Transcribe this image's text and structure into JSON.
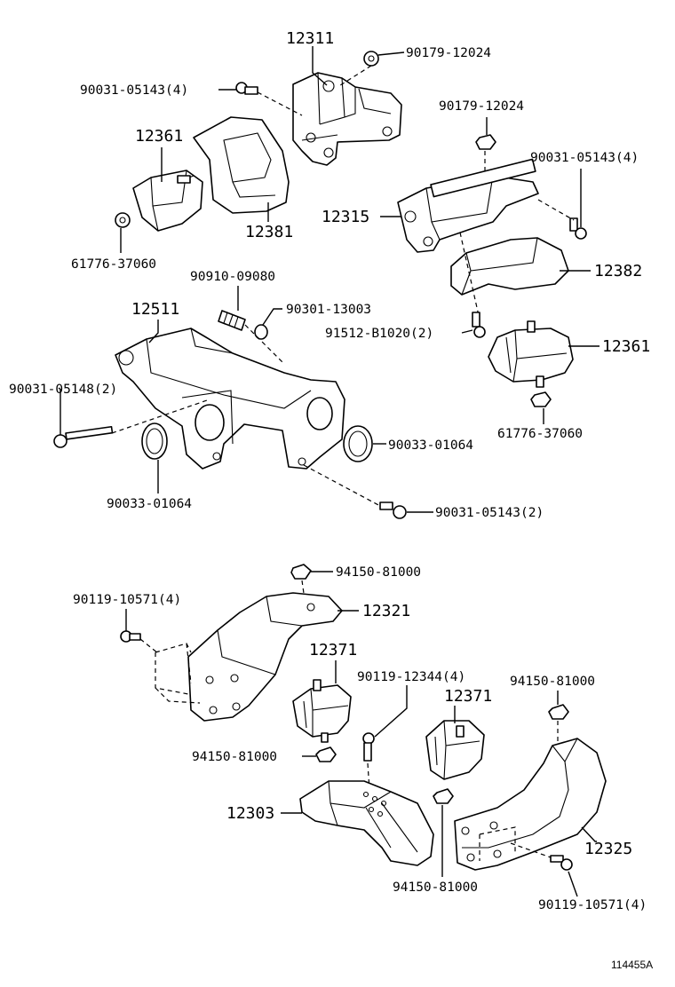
{
  "callouts": {
    "c12311": "12311",
    "c90179_top": "90179-12024",
    "c90031_05143_4_left": "90031-05143(4)",
    "c12361_top": "12361",
    "c12381": "12381",
    "c61776_left": "61776-37060",
    "c90179_mid": "90179-12024",
    "c90031_05143_4_right": "90031-05143(4)",
    "c12315": "12315",
    "c12382": "12382",
    "c90910": "90910-09080",
    "c90301": "90301-13003",
    "c12511": "12511",
    "c91512": "91512-B1020(2)",
    "c12361_right": "12361",
    "c90031_05148": "90031-05148(2)",
    "c61776_right": "61776-37060",
    "c90033_right": "90033-01064",
    "c90033_left": "90033-01064",
    "c90031_05143_2": "90031-05143(2)",
    "c94150_top": "94150-81000",
    "c90119_10571_left": "90119-10571(4)",
    "c12321": "12321",
    "c12371_left": "12371",
    "c90119_12344": "90119-12344(4)",
    "c12371_right": "12371",
    "c94150_right": "94150-81000",
    "c94150_left": "94150-81000",
    "c12303": "12303",
    "c12325": "12325",
    "c94150_bottom": "94150-81000",
    "c90119_10571_right": "90119-10571(4)",
    "figure_number": "114455A"
  }
}
